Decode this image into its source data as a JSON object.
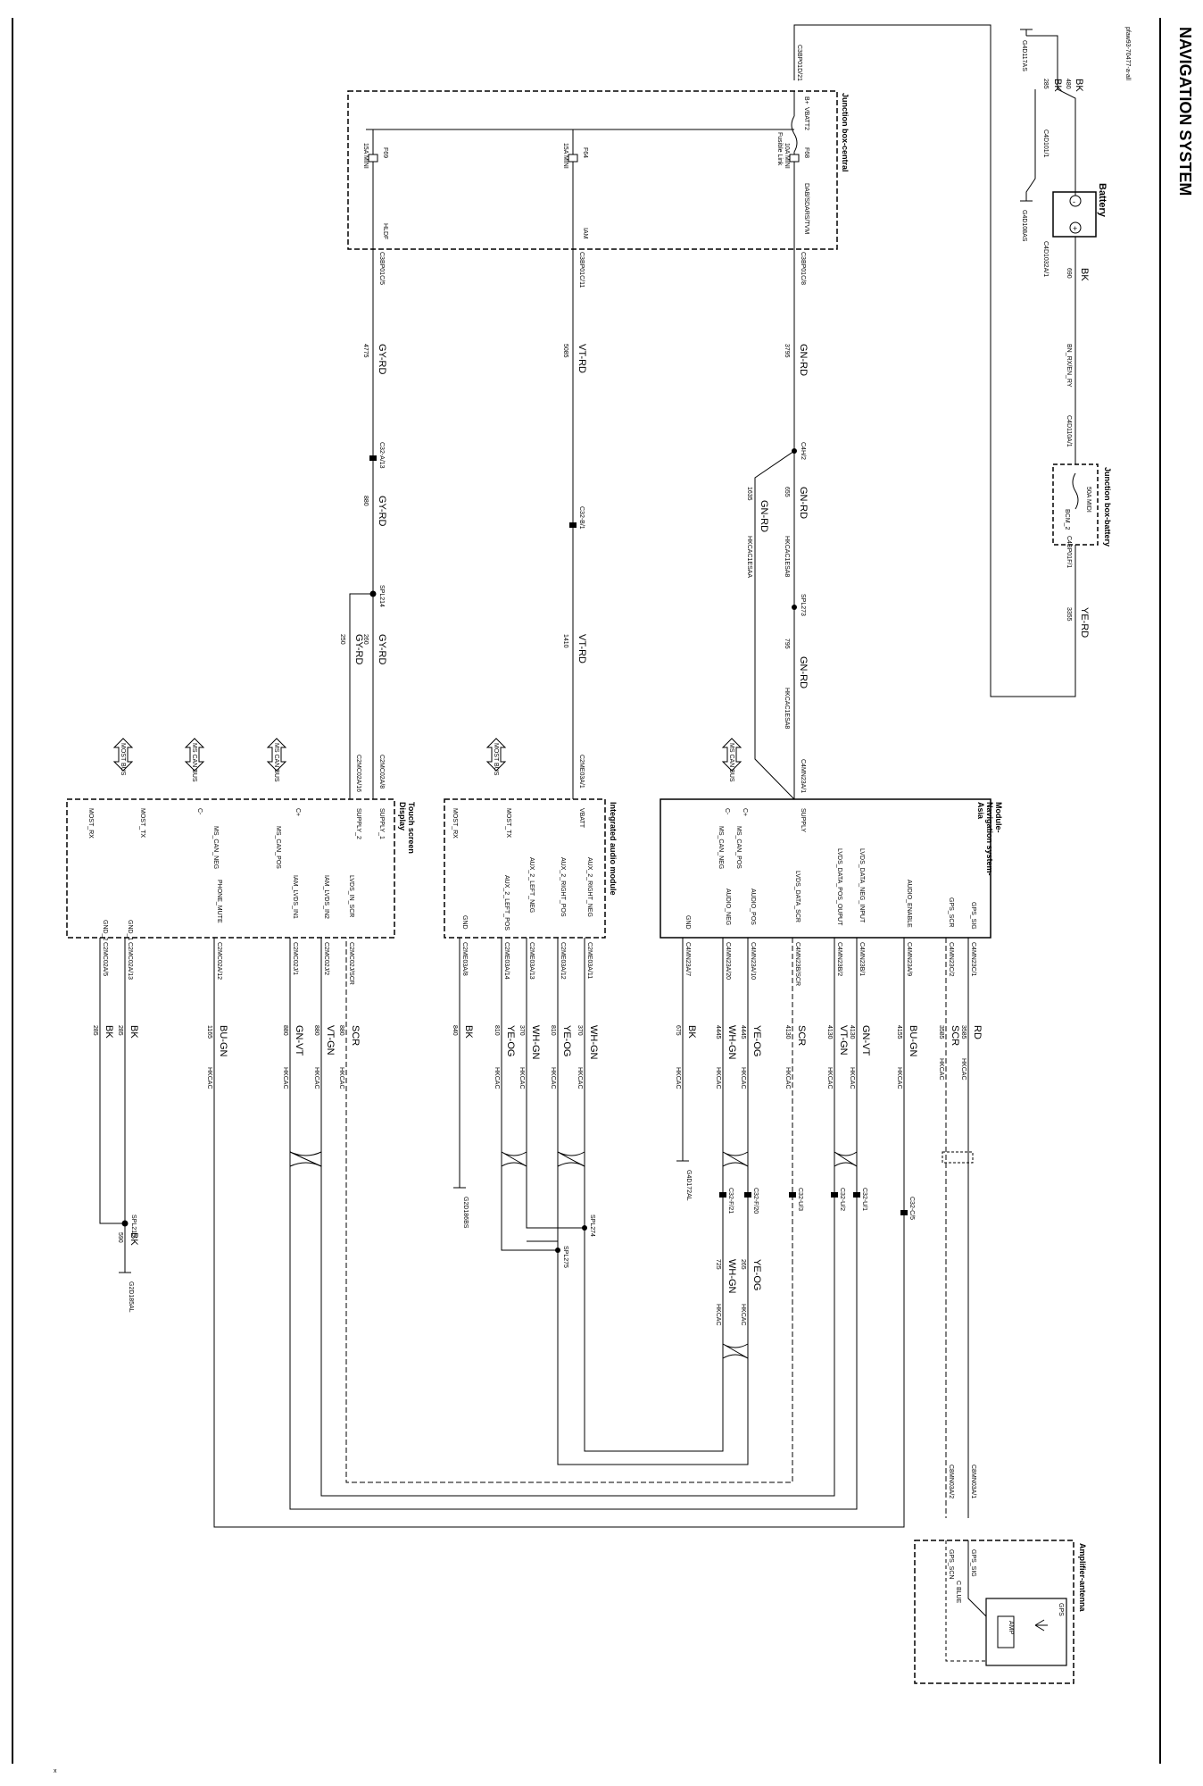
{
  "page": {
    "title": "NAVIGATION SYSTEM",
    "ref": "pfaw93-70477-a-all",
    "footer_mark": "x"
  },
  "components": {
    "battery": {
      "name": "Battery",
      "neg": "-",
      "pos": "+",
      "pin_neg": "C4D101/1",
      "pin_pos": "C4D1032A/1"
    },
    "jbb": {
      "name": "Junction box-battery",
      "fuse_rating": "50A MIDI",
      "fuse_id": "BCM_2",
      "pin_in": "C4D110A/1",
      "pin_out": "C4BP01F/1"
    },
    "jbc": {
      "name": "Junction box-central",
      "pin_in": "C3BP01D/21",
      "label_bplus": "B+",
      "label_vbatt": "VBATT2",
      "fusible_link": "Fusible Link",
      "fuses": [
        {
          "id": "F68",
          "rating": "10A MINI",
          "circuit": "DAB/SDARS/TVM",
          "pin": "C3BP01C/8"
        },
        {
          "id": "F64",
          "rating": "15A MINI",
          "circuit": "IAM",
          "pin": "C3BP01C/11"
        },
        {
          "id": "F69",
          "rating": "15A MINI",
          "circuit": "HLDF",
          "pin": "C3BP01C/5"
        }
      ]
    },
    "nav": {
      "name1": "Module-",
      "name2": "Navigation system-",
      "name3": "Asia",
      "supply": "SUPPLY",
      "pin_supply": "C4MN23A/1",
      "bus": "MS CAN BUS",
      "can_pos": "MS_CAN_POS",
      "can_neg": "MS_CAN_NEG",
      "cplus": "C+",
      "cminus": "C-"
    },
    "iam": {
      "name": "Integrated audio module",
      "vbatt": "VBATT",
      "pin_vbatt": "C2ME03A/1",
      "bus": "MOST BUS",
      "tx": "MOST_TX",
      "rx": "MOST_RX",
      "gnd": "GND"
    },
    "touch": {
      "name1": "Touch screen",
      "name2": "Display",
      "supply1": "SUPPLY_1",
      "supply2": "SUPPLY_2",
      "pin_s1": "C2MC02A/8",
      "pin_s2": "C2MC02A/16"
    },
    "amp": {
      "name": "Amplifier-antenna",
      "gps": "GPS",
      "amp": "AMP",
      "cable": "C BLUE",
      "sig": "GPS_SIG",
      "scn": "GPS_SCN",
      "pin_sig": "C8MN03A/1",
      "pin_scn": "C8MN03A/2"
    }
  },
  "wires": {
    "bk480": {
      "color": "BK",
      "num": "480"
    },
    "bk285a": {
      "color": "BK",
      "num": "285"
    },
    "bk690": {
      "color": "BK",
      "num": "690"
    },
    "bnbk": {
      "text": "BN_RX/EN_RY"
    },
    "yerd": {
      "color": "YE-RD",
      "num": "3355"
    },
    "gnrd3795": {
      "color": "GN-RD",
      "num": "3795"
    },
    "gnrd655": {
      "color": "GN-RD",
      "num": "655"
    },
    "gnrd1635": {
      "color": "GN-RD",
      "num": "1635"
    },
    "gnrd795": {
      "color": "GN-RD",
      "num": "795"
    },
    "vtrd5085": {
      "color": "VT-RD",
      "num": "5085"
    },
    "vtrd1410": {
      "color": "VT-RD",
      "num": "1410"
    },
    "gyrd4775": {
      "color": "GY-RD",
      "num": "4775"
    },
    "gyrd880": {
      "color": "GY-RD",
      "num": "880"
    },
    "gyrd260": {
      "color": "GY-RD",
      "num": "260"
    },
    "gyrd250": {
      "color": "GY-RD",
      "num": "250"
    },
    "hkcac": "HKCAC",
    "hkcac_e": "HKCAC1ESA8",
    "hkcac_ea": "HKCAC1ESAA",
    "spl": {
      "s273": "SPL273",
      "s214": "SPL214",
      "s215": "SPL215",
      "s274": "SPL274",
      "s275": "SPL275"
    },
    "conn": {
      "c4h2": "C4H/2",
      "c32b1": "C32-B/1",
      "c32a13": "C32-A/13"
    }
  },
  "grounds": {
    "g1": "G4D117AS",
    "g2": "G4D108AS",
    "g3": "G4D172AL",
    "g4": "G2D186BS",
    "g5": "G2D185AL"
  },
  "nav_pins": [
    {
      "sig": "GPS_SIG",
      "pin": "C4MN23C/1",
      "color": "RD",
      "num": "3585"
    },
    {
      "sig": "GPS_SCR",
      "pin": "C4MN23C/2",
      "color": "SCR",
      "num": "3585"
    },
    {
      "sig": "AUDIO_ENABLE",
      "pin": "C4MN23A/9",
      "color": "BU-GN",
      "num": "4155"
    },
    {
      "sig": "LVDS_DATA_NEG_INPUT",
      "pin": "C4MN23B/1",
      "color": "GN-VT",
      "num": "4130"
    },
    {
      "sig": "LVDS_DATA_POS_OUPUT",
      "pin": "C4MN23B/2",
      "color": "VT-GN",
      "num": "4130"
    },
    {
      "sig": "LVDS_DATA_SCR",
      "pin": "C4MN23B/SCR",
      "color": "SCR",
      "num": "4130"
    },
    {
      "sig": "AUDIO_POS",
      "pin": "C4MN23A/10",
      "color": "YE-OG",
      "num": "4445"
    },
    {
      "sig": "AUDIO_NEG",
      "pin": "C4MN23A/20",
      "color": "WH-GN",
      "num": "4445"
    },
    {
      "sig": "GND",
      "pin": "C4MN23A/7",
      "color": "BK",
      "num": "675"
    }
  ],
  "iam_pins": [
    {
      "sig": "AUX_2_RIGHT_NEG",
      "pin": "C2ME03A/11",
      "color": "WH-GN",
      "num": "370"
    },
    {
      "sig": "AUX_2_RIGHT_POS",
      "pin": "C2ME03A/12",
      "color": "YE-OG",
      "num": "810"
    },
    {
      "sig": "AUX_2_LEFT_NEG",
      "pin": "C2ME03A/13",
      "color": "WH-GN",
      "num": "370"
    },
    {
      "sig": "AUX_2_LEFT_POS",
      "pin": "C2ME03A/14",
      "color": "YE-OG",
      "num": "810"
    },
    {
      "sig": "GND",
      "pin": "C2ME03A/8",
      "color": "BK",
      "num": "840"
    }
  ],
  "touch_pins": [
    {
      "sig": "LVDS_IN_SCR",
      "pin": "C2MC02J/SCR",
      "color": "SCR",
      "num": "880"
    },
    {
      "sig": "IAM_LVDS_IN2",
      "pin": "C2MC02J/2",
      "color": "VT-GN",
      "num": "880"
    },
    {
      "sig": "IAM_LVDS_IN1",
      "pin": "C2MC02J/1",
      "color": "GN-VT",
      "num": "880"
    },
    {
      "sig": "PHONE_MUTE",
      "pin": "C2MC02A/12",
      "color": "BU-GN",
      "num": "1165"
    },
    {
      "sig": "GND_1",
      "pin": "C2MC02A/13",
      "color": "BK",
      "num": "285"
    },
    {
      "sig": "GND_2",
      "pin": "C2MC02A/5",
      "color": "BK",
      "num": "285"
    }
  ],
  "mid_conn": {
    "c32f20": "C32-F/20",
    "c32f21": "C32-F/21",
    "c32u3": "C32-U/3",
    "c32u2": "C32-U/2",
    "c32u1": "C32-U/1",
    "c32c5": "C32-C/5",
    "yeog265": {
      "color": "YE-OG",
      "num": "265"
    },
    "whgn725": {
      "color": "WH-GN",
      "num": "725"
    },
    "bk590": {
      "color": "BK",
      "num": "590"
    }
  }
}
